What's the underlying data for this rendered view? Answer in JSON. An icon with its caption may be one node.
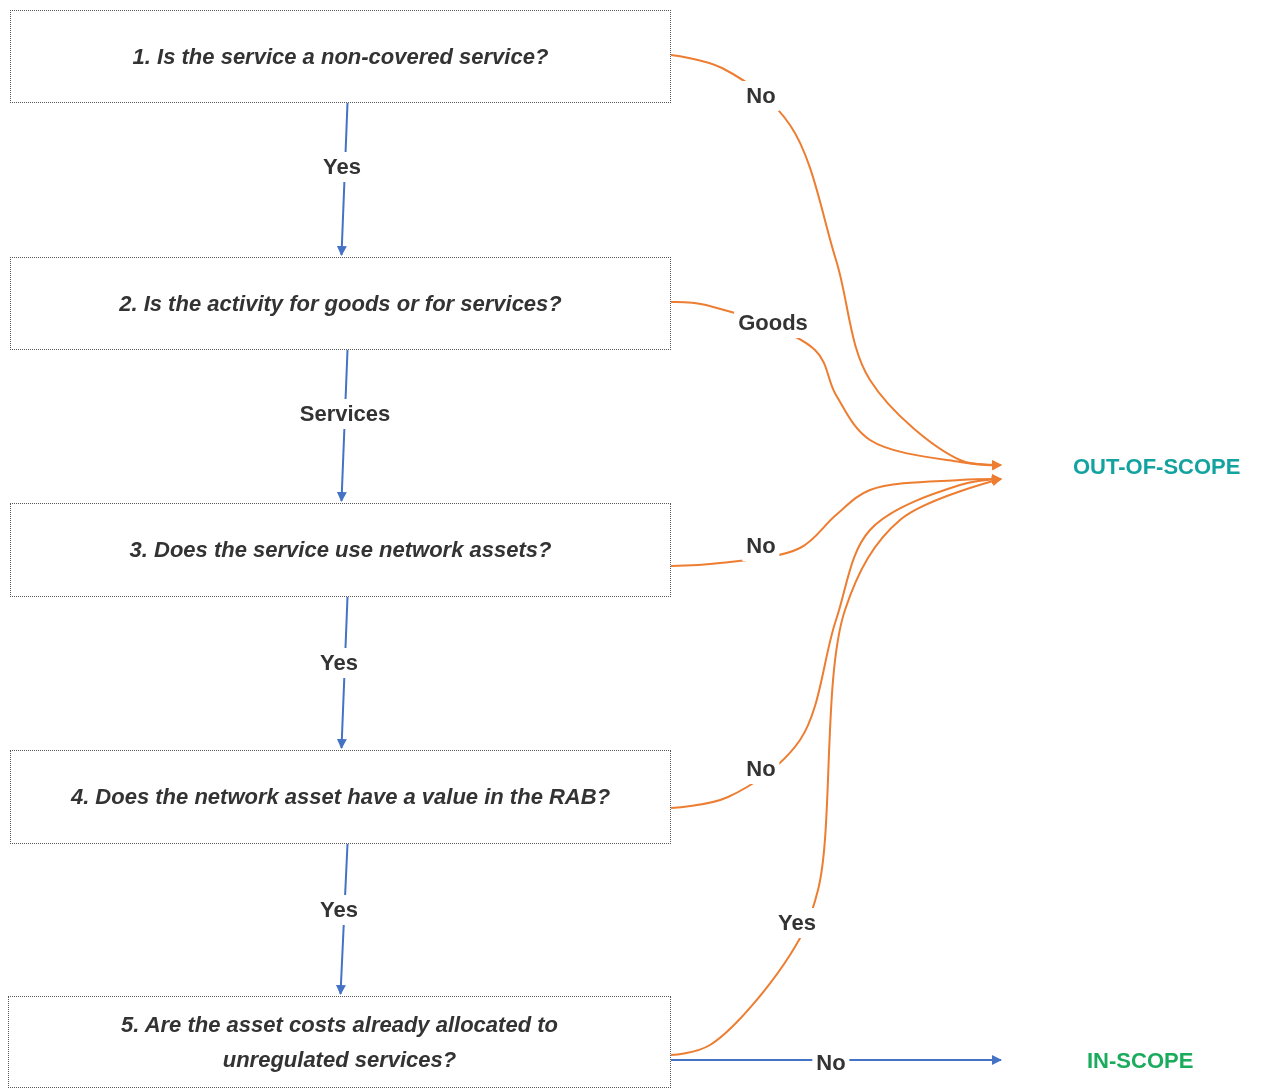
{
  "diagram": {
    "nodes": [
      {
        "text": [
          "1.  Is the service a non-covered service?"
        ]
      },
      {
        "text": [
          "2. Is the activity for goods or for services?"
        ]
      },
      {
        "text": [
          "3. Does the service use network assets?"
        ]
      },
      {
        "text": [
          "4. Does the network asset have a value in the RAB?"
        ]
      },
      {
        "text": [
          "5. Are the asset costs already allocated to unregulated services?"
        ]
      },
      {
        "text": [
          "OUT-OF-SCOPE"
        ]
      },
      {
        "text": [
          "IN-SCOPE"
        ]
      }
    ],
    "edges": [
      {
        "from": 0,
        "to": 1,
        "arrow": "to",
        "label": "Yes"
      },
      {
        "from": 1,
        "to": 2,
        "arrow": "to",
        "label": "Services"
      },
      {
        "from": 2,
        "to": 3,
        "arrow": "to",
        "label": "Yes"
      },
      {
        "from": 3,
        "to": 4,
        "arrow": "to",
        "label": "Yes"
      },
      {
        "from": 0,
        "to": 5,
        "arrow": "to",
        "label": "No",
        "color": "#ed7d31"
      },
      {
        "from": 1,
        "to": 5,
        "arrow": "to",
        "label": "Goods",
        "color": "#ed7d31"
      },
      {
        "from": 2,
        "to": 5,
        "arrow": "to",
        "label": "No",
        "color": "#ed7d31"
      },
      {
        "from": 3,
        "to": 5,
        "arrow": "to",
        "label": "No",
        "color": "#ed7d31"
      },
      {
        "from": 4,
        "to": 5,
        "arrow": "to",
        "label": "Yes",
        "color": "#ed7d31"
      },
      {
        "from": 4,
        "to": 6,
        "arrow": "to",
        "label": "No"
      }
    ]
  }
}
